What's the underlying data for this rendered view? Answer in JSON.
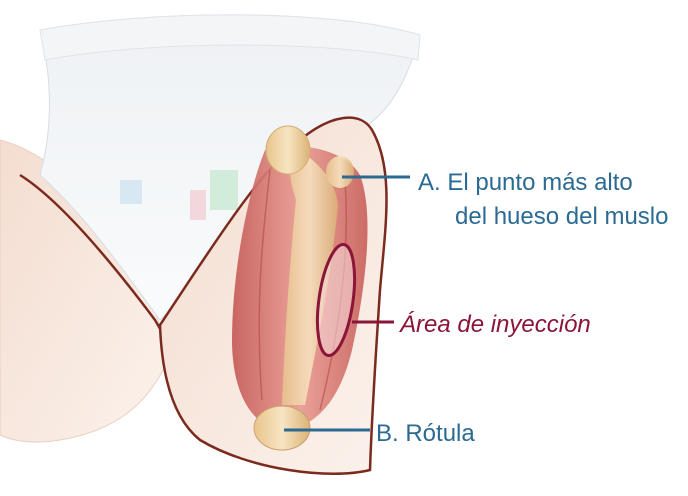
{
  "labels": {
    "point_a_line1": "A. El punto más alto",
    "point_a_line2": "del hueso del muslo",
    "injection_area": "Área de inyección",
    "point_b": "B. Rótula"
  },
  "colors": {
    "label_text": "#2b6a93",
    "injection_label": "#8a1538",
    "outline": "#7b2a1e",
    "skin": "#f6e7dc",
    "muscle": "#d97a76",
    "bone": "#f0d6a6"
  },
  "icons": {
    "diaper": "diaper-illustration",
    "thigh": "thigh-anatomy-illustration"
  }
}
